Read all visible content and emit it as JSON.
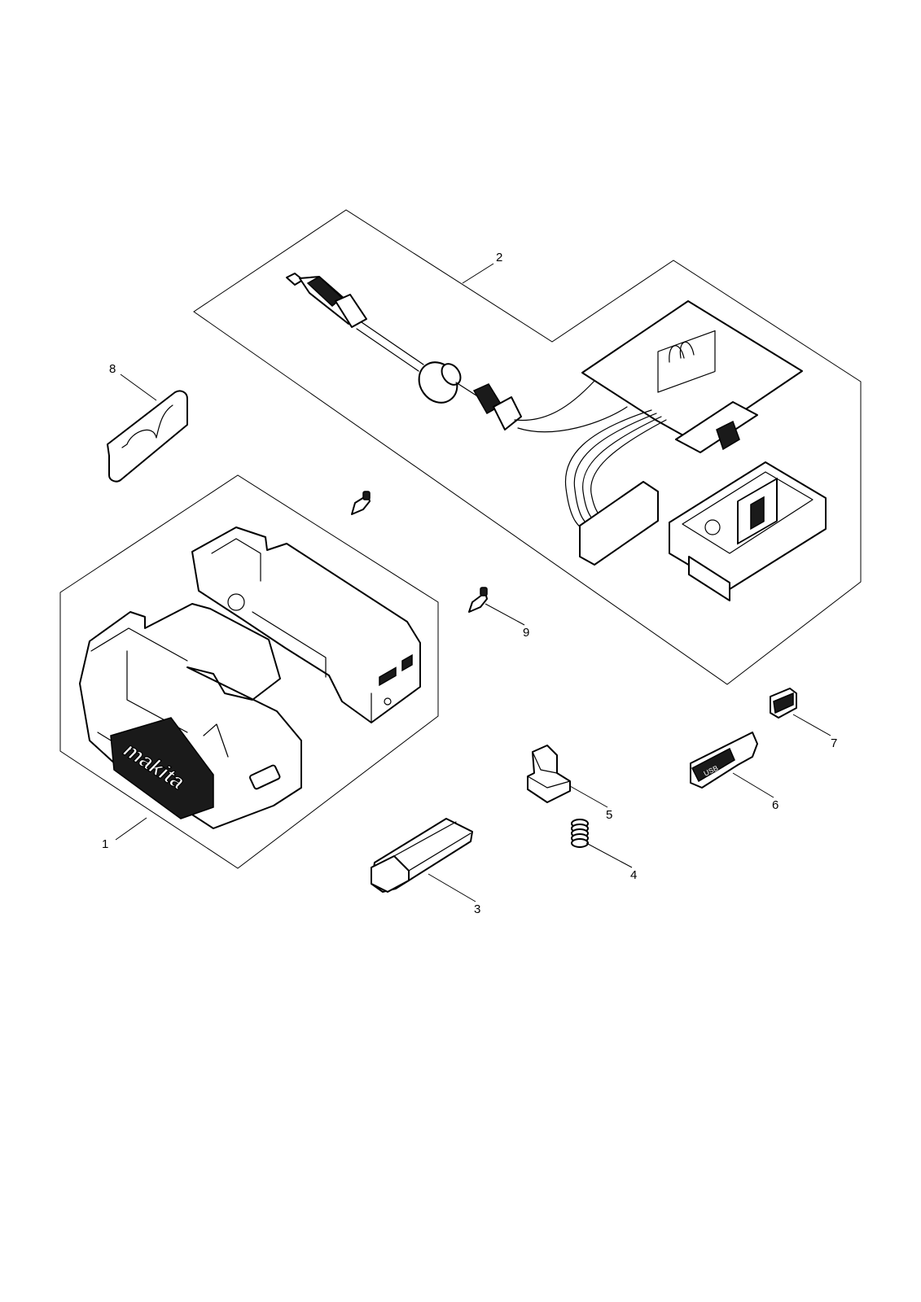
{
  "diagram": {
    "callouts": [
      "1",
      "2",
      "3",
      "4",
      "5",
      "6",
      "7",
      "8",
      "9"
    ],
    "logo_text": "makita",
    "usb_label": "USB"
  }
}
